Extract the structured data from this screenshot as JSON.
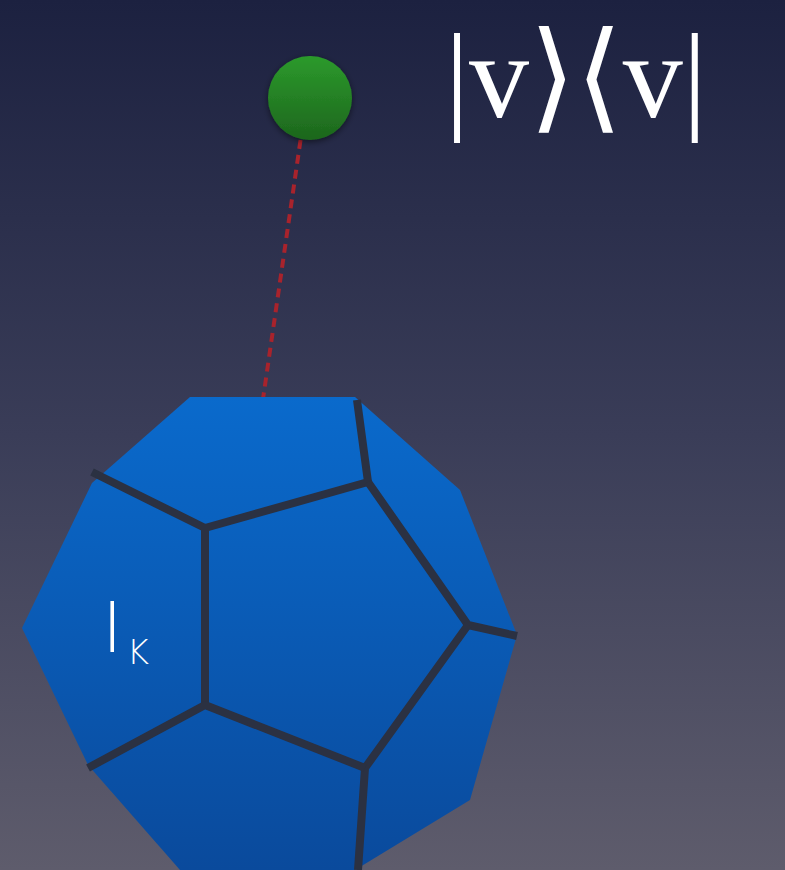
{
  "diagram": {
    "nodes": [
      {
        "text": [
          "|v⟩⟨v|"
        ]
      },
      {
        "text": [
          "I",
          "K"
        ]
      }
    ],
    "edges": [
      {
        "from": 0,
        "to": 1,
        "arrow": "none"
      }
    ]
  }
}
